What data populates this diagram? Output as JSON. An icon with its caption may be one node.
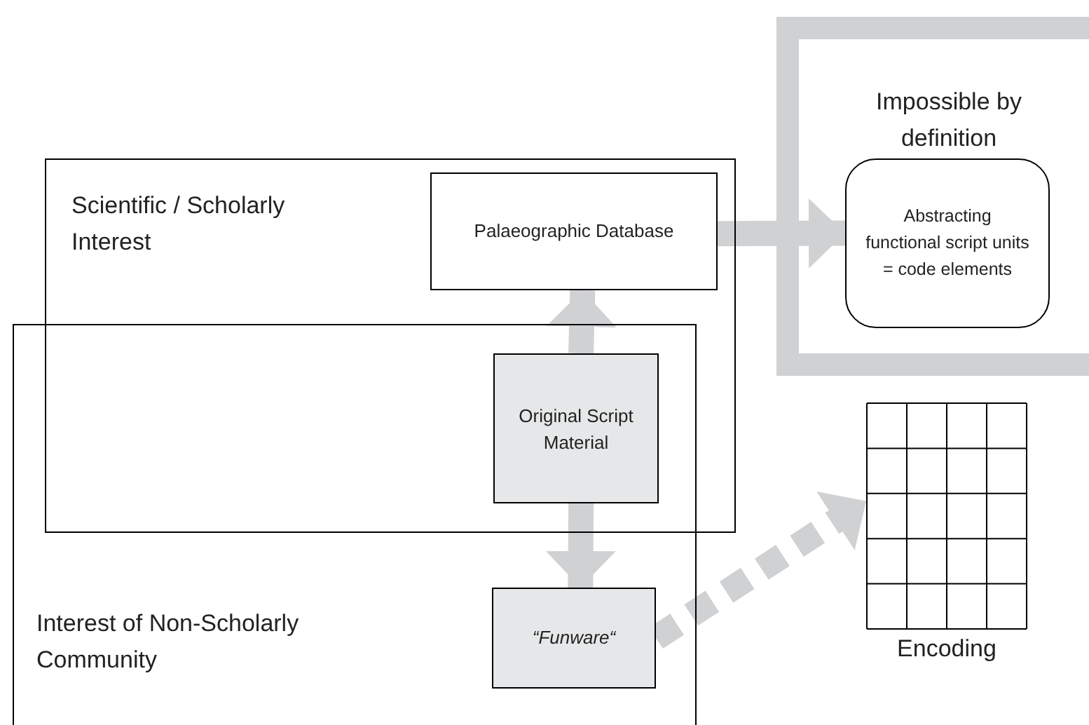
{
  "diagram": {
    "nodes": [
      {
        "text": [
          "Scientific / Scholarly Interest"
        ]
      },
      {
        "text": [
          "Palaeographic Database"
        ],
        "in": 0
      },
      {
        "text": [
          "Impossible by definition"
        ]
      },
      {
        "text": [
          "Abstracting functional script units = code elements"
        ],
        "in": 2
      },
      {
        "text": [
          "Interest of Non-Scholarly Community"
        ]
      },
      {
        "text": [
          "Original Script Material"
        ]
      },
      {
        "text": [
          "“Funware“"
        ],
        "in": 4
      },
      {
        "text": [
          "Encoding"
        ]
      }
    ],
    "edges": [
      {
        "from": 5,
        "to": 1,
        "arrow": "to"
      },
      {
        "from": 1,
        "to": 3,
        "arrow": "to"
      },
      {
        "from": 5,
        "to": 6,
        "arrow": "to"
      },
      {
        "from": 6,
        "to": 7,
        "arrow": "to",
        "style": "dashed"
      }
    ]
  }
}
